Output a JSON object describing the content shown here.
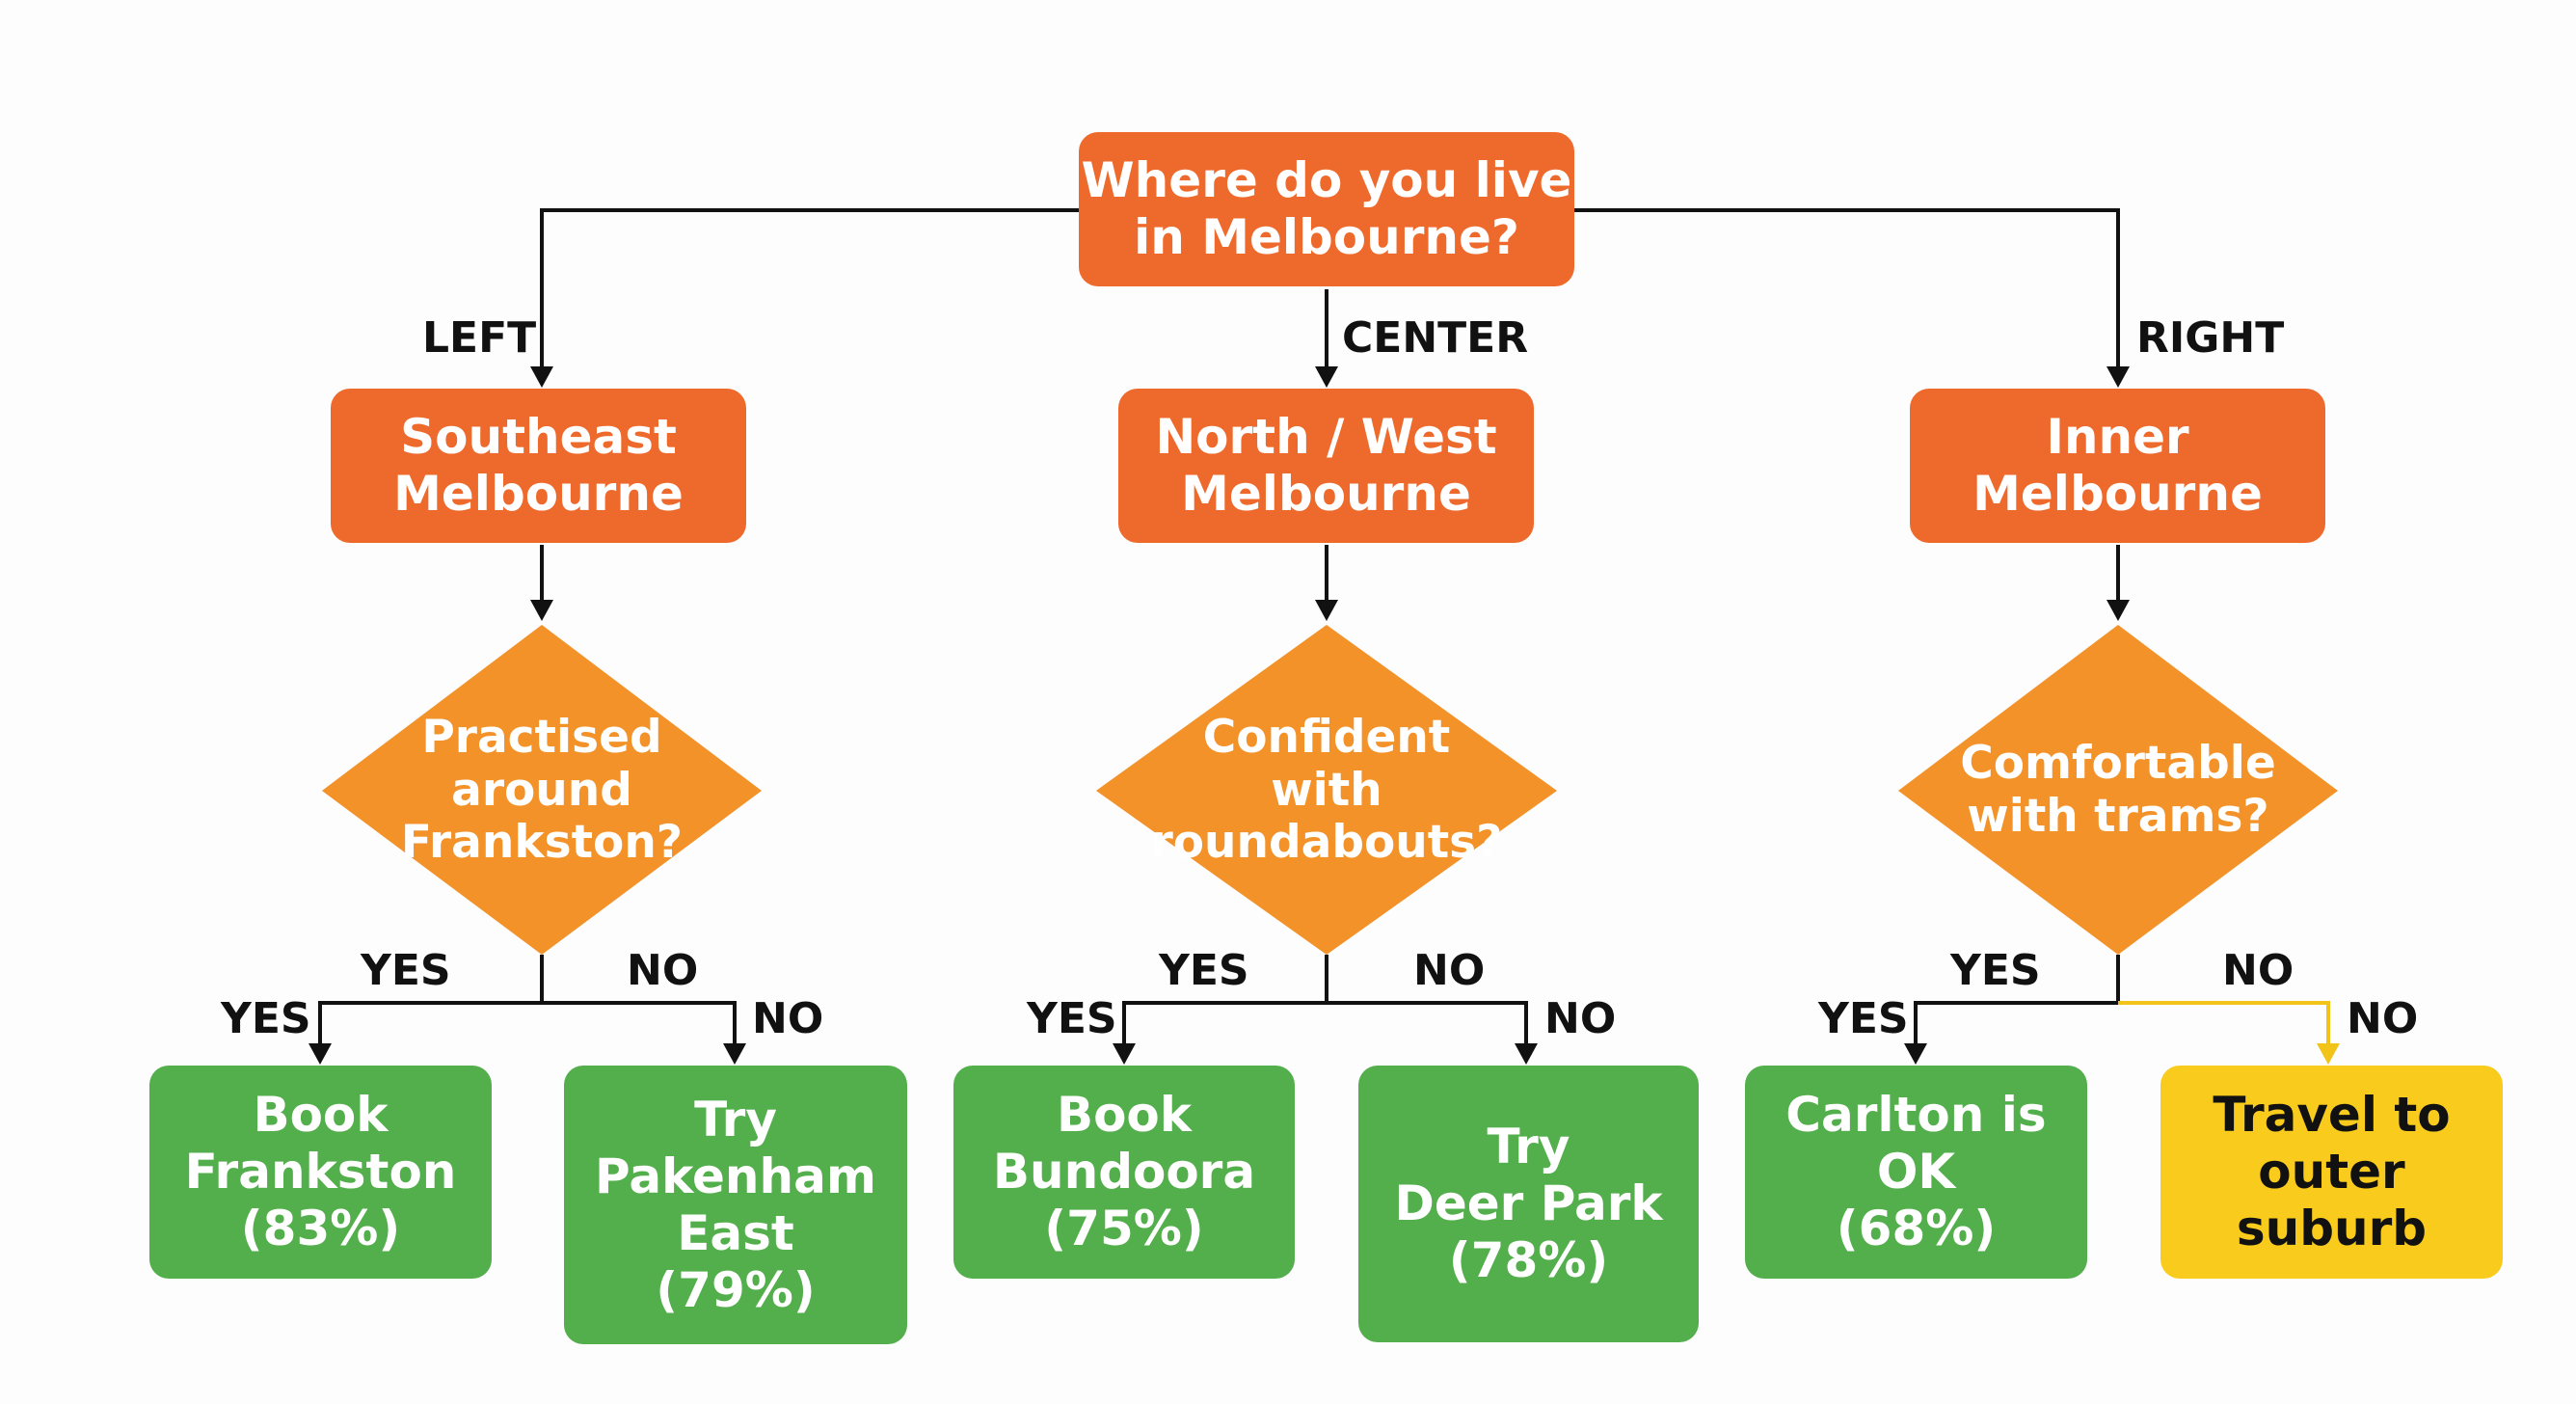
{
  "colors": {
    "node_orange": "#ee6a2c",
    "decision_orange": "#f29229",
    "outcome_green": "#53ae4c",
    "outcome_yellow": "#f8cb1c",
    "line": "#111111",
    "alt_line": "#f2c318"
  },
  "root": {
    "text": "Where do you live\nin Melbourne?"
  },
  "branch_labels": {
    "left": "LEFT",
    "center": "CENTER",
    "right": "RIGHT"
  },
  "regions": [
    {
      "text": "Southeast\nMelbourne"
    },
    {
      "text": "North / West\nMelbourne"
    },
    {
      "text": "Inner\nMelbourne"
    }
  ],
  "decisions": [
    {
      "text": "Practised\naround\nFrankston?"
    },
    {
      "text": "Confident\nwith\nroundabouts?"
    },
    {
      "text": "Comfortable\nwith trams?"
    }
  ],
  "answer_labels": {
    "yes": "YES",
    "no": "NO"
  },
  "outcomes": [
    {
      "text": "Book\nFrankston\n(83%)"
    },
    {
      "text": "Try\nPakenham\nEast\n(79%)"
    },
    {
      "text": "Book\nBundoora\n(75%)"
    },
    {
      "text": "Try\nDeer Park\n(78%)"
    },
    {
      "text": "Carlton is OK\n(68%)"
    },
    {
      "text": "Travel to\nouter suburb"
    }
  ]
}
